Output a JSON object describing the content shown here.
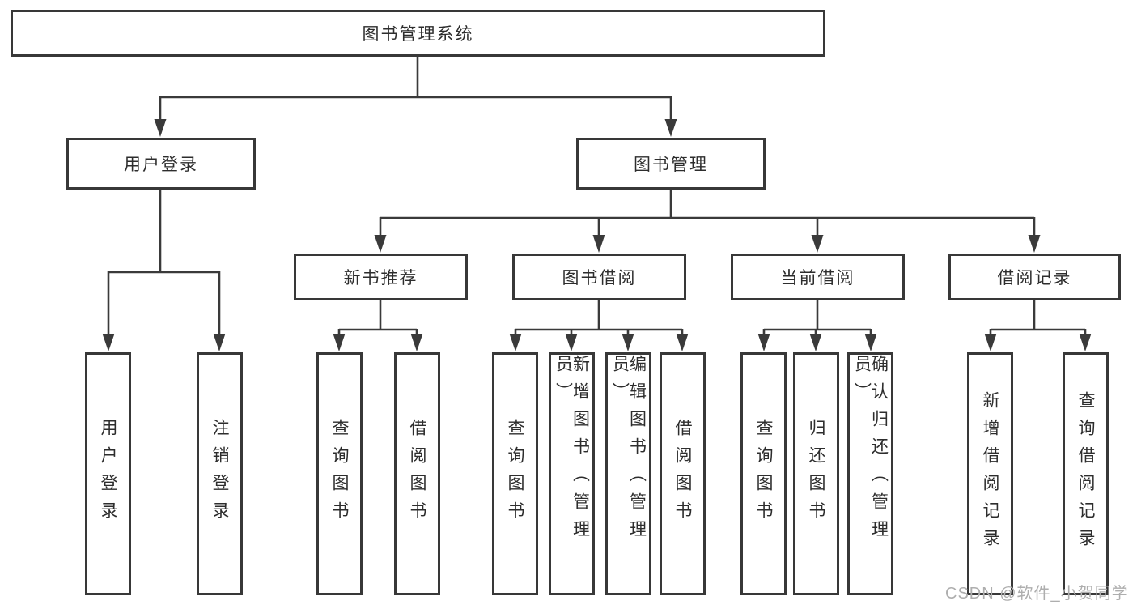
{
  "diagram": {
    "root_label": "图书管理系统",
    "branches": [
      {
        "label": "用户登录",
        "children": [
          {
            "label": "用户登录"
          },
          {
            "label": "注销登录"
          }
        ]
      },
      {
        "label": "图书管理",
        "children": [
          {
            "label": "新书推荐",
            "children": [
              {
                "label": "查询图书"
              },
              {
                "label": "借阅图书"
              }
            ]
          },
          {
            "label": "图书借阅",
            "children": [
              {
                "label": "查询图书"
              },
              {
                "label": "新增图书（管理员）"
              },
              {
                "label": "编辑图书（管理员）"
              },
              {
                "label": "借阅图书"
              }
            ]
          },
          {
            "label": "当前借阅",
            "children": [
              {
                "label": "查询图书"
              },
              {
                "label": "归还图书"
              },
              {
                "label": "确认归还（管理员）"
              }
            ]
          },
          {
            "label": "借阅记录",
            "children": [
              {
                "label": "新增借阅记录"
              },
              {
                "label": "查询借阅记录"
              }
            ]
          }
        ]
      }
    ],
    "watermark": "CSDN @软件_小贺同学",
    "colors": {
      "line": "#3a3a3a",
      "border": "#383838",
      "text": "#2d2d2d",
      "watermark": "#aeaeae",
      "bg": "#ffffff"
    }
  }
}
